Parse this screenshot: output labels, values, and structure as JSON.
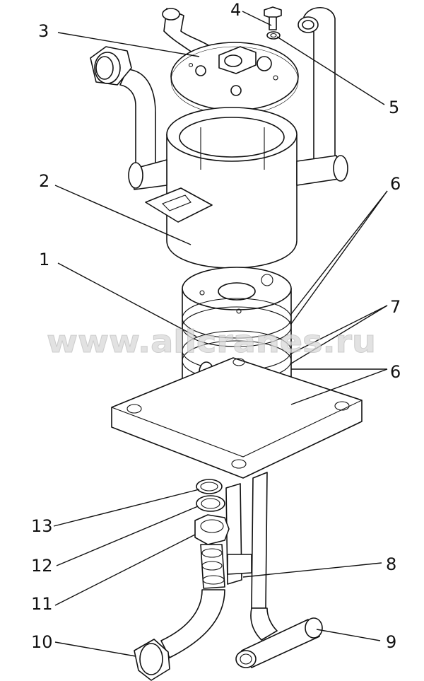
{
  "watermark": "www.allcranes.ru",
  "callouts": [
    {
      "id": "c1",
      "label": "1"
    },
    {
      "id": "c2",
      "label": "2"
    },
    {
      "id": "c3",
      "label": "3"
    },
    {
      "id": "c4",
      "label": "4"
    },
    {
      "id": "c5",
      "label": "5"
    },
    {
      "id": "c6a",
      "label": "6"
    },
    {
      "id": "c6b",
      "label": "6"
    },
    {
      "id": "c7",
      "label": "7"
    },
    {
      "id": "c8",
      "label": "8"
    },
    {
      "id": "c9",
      "label": "9"
    },
    {
      "id": "c10",
      "label": "10"
    },
    {
      "id": "c11",
      "label": "11"
    },
    {
      "id": "c12",
      "label": "12"
    },
    {
      "id": "c13",
      "label": "13"
    }
  ],
  "colors": {
    "line": "#111111",
    "fill": "#ffffff",
    "watermark": "#d9d9d9"
  }
}
